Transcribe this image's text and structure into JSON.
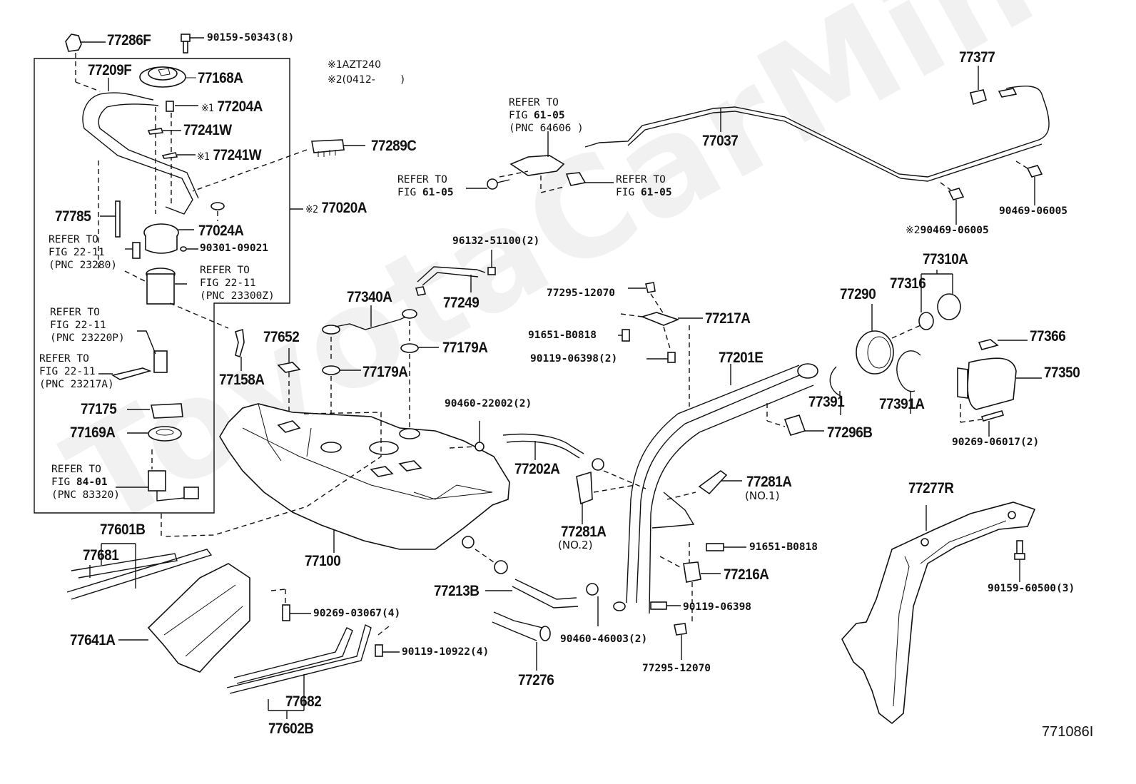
{
  "watermark": "ToyotaCarMine.ru",
  "figure_id": "771086I",
  "notes": [
    {
      "mark": "※1",
      "text": "AZT240"
    },
    {
      "mark": "※2",
      "text": "(0412-        )"
    }
  ],
  "labels": {
    "p77286F": "77286F",
    "p90159_50343": "90159-50343(8)",
    "p77209F": "77209F",
    "p77168A": "77168A",
    "p77204A": "77204A",
    "p77241W_1": "77241W",
    "p77241W_2": "77241W",
    "p77289C": "77289C",
    "p77020A": "77020A",
    "p77785": "77785",
    "p77024A": "77024A",
    "p90301_09021": "90301-09021",
    "p77158A": "77158A",
    "p77652": "77652",
    "p77340A": "77340A",
    "p77249": "77249",
    "p96132_51100": "96132-51100(2)",
    "p77179A_1": "77179A",
    "p77179A_2": "77179A",
    "p77175": "77175",
    "p77169A": "77169A",
    "p77601B": "77601B",
    "p77681": "77681",
    "p77100": "77100",
    "p77641A": "77641A",
    "p90269_03067": "90269-03067(4)",
    "p90119_10922": "90119-10922(4)",
    "p77682": "77682",
    "p77602B": "77602B",
    "p90460_22002": "90460-22002(2)",
    "p77202A": "77202A",
    "p77281A_2": "77281A",
    "p77281A_2_sub": "(NO.2)",
    "p77213B": "77213B",
    "p77276": "77276",
    "p90460_46003": "90460-46003(2)",
    "p77295_12070_a": "77295-12070",
    "p77217A": "77217A",
    "p91651_B0818_a": "91651-B0818",
    "p90119_06398_2": "90119-06398(2)",
    "p77201E": "77201E",
    "p77296B": "77296B",
    "p77281A_1": "77281A",
    "p77281A_1_sub": "(NO.1)",
    "p91651_B0818_b": "91651-B0818",
    "p77216A": "77216A",
    "p90119_06398": "90119-06398",
    "p77295_12070_b": "77295-12070",
    "p77037": "77037",
    "p77377": "77377",
    "p90469_06005_a": "90469-06005",
    "p90469_06005_b": "90469-06005",
    "p77310A": "77310A",
    "p77316": "77316",
    "p77290": "77290",
    "p77391": "77391",
    "p77391A": "77391A",
    "p77366": "77366",
    "p77350": "77350",
    "p90269_06017": "90269-06017(2)",
    "p77277R": "77277R",
    "p90159_60500": "90159-60500(3)"
  },
  "marks": {
    "m77204A": "※1",
    "m77241W": "※1",
    "m77020A": "※2",
    "m90469": "※2"
  },
  "refs": {
    "r23280": {
      "l1": "REFER TO",
      "l2": "FIG 22-11",
      "l3": "(PNC 23280)"
    },
    "r23300Z": {
      "l1": "REFER TO",
      "l2": "FIG 22-11",
      "l3": "(PNC 23300Z)"
    },
    "r23220P": {
      "l1": "REFER TO",
      "l2": "FIG 22-11",
      "l3": "(PNC 23220P)"
    },
    "r23217A": {
      "l1": "REFER TO",
      "l2": "FIG 22-11",
      "l3": "(PNC 23217A)"
    },
    "r83320": {
      "l1": "REFER TO",
      "l2a": "FIG ",
      "l2b": "84-01",
      "l3": "(PNC 83320)"
    },
    "r64606": {
      "l1": "REFER TO",
      "l2a": "FIG ",
      "l2b": "61-05",
      "l3": "(PNC 64606 )"
    },
    "r6105_left": {
      "l1": "REFER TO",
      "l2a": "FIG ",
      "l2b": "61-05"
    },
    "r6105_right": {
      "l1": "REFER TO",
      "l2a": "FIG ",
      "l2b": "61-05"
    }
  }
}
